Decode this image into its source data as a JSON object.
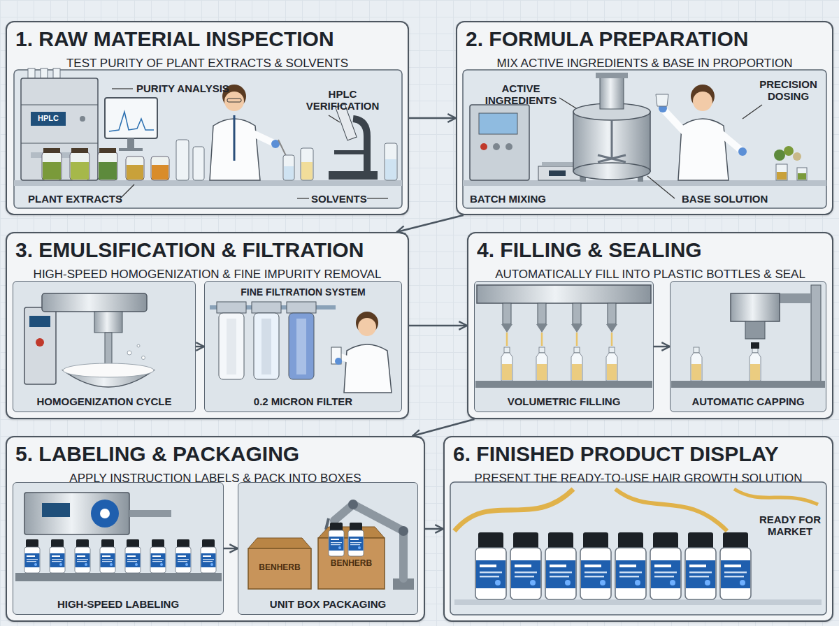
{
  "diagram": {
    "nodes": [
      {
        "text": [
          "1. RAW MATERIAL INSPECTION",
          "TEST PURITY OF PLANT EXTRACTS & SOLVENTS"
        ]
      },
      {
        "text": [
          "2. FORMULA PREPARATION",
          "MIX ACTIVE INGREDIENTS & BASE IN PROPORTION"
        ]
      },
      {
        "text": [
          "3. EMULSIFICATION & FILTRATION",
          "HIGH-SPEED HOMOGENIZATION & FINE IMPURITY REMOVAL"
        ]
      },
      {
        "text": [
          "HOMOGENIZATION CYCLE"
        ],
        "in": 2
      },
      {
        "text": [
          "FINE FILTRATION SYSTEM",
          "0.2 MICRON FILTER"
        ],
        "in": 2
      },
      {
        "text": [
          "4. FILLING & SEALING",
          "AUTOMATICALLY FILL INTO PLASTIC BOTTLES & SEAL"
        ]
      },
      {
        "text": [
          "VOLUMETRIC FILLING"
        ],
        "in": 5
      },
      {
        "text": [
          "AUTOMATIC CAPPING"
        ],
        "in": 5
      },
      {
        "text": [
          "5. LABELING & PACKAGING",
          "APPLY INSTRUCTION LABELS & PACK INTO BOXES"
        ]
      },
      {
        "text": [
          "HIGH-SPEED LABELING"
        ],
        "in": 8
      },
      {
        "text": [
          "UNIT BOX PACKAGING"
        ],
        "in": 8
      },
      {
        "text": [
          "6. FINISHED PRODUCT DISPLAY",
          "PRESENT THE READY-TO-USE HAIR GROWTH SOLUTION"
        ]
      }
    ],
    "edges": [
      {
        "from": 0,
        "to": 1,
        "arrow": "to"
      },
      {
        "from": 1,
        "to": 2,
        "arrow": "to"
      },
      {
        "from": 3,
        "to": 4,
        "arrow": "to"
      },
      {
        "from": 2,
        "to": 5,
        "arrow": "to"
      },
      {
        "from": 6,
        "to": 7,
        "arrow": "to"
      },
      {
        "from": 5,
        "to": 8,
        "arrow": "to"
      },
      {
        "from": 9,
        "to": 10,
        "arrow": "to"
      },
      {
        "from": 8,
        "to": 11,
        "arrow": "to"
      }
    ],
    "labels": [
      "HPLC",
      "PURITY ANALYSIS",
      "HPLC VERIFICATION",
      "PLANT EXTRACTS",
      "SOLVENTS",
      "ACTIVE INGREDIENTS",
      "PRECISION DOSING",
      "BATCH MIXING",
      "BASE SOLUTION",
      "BENHERB",
      "BENHERB",
      "READY FOR MARKET"
    ]
  }
}
